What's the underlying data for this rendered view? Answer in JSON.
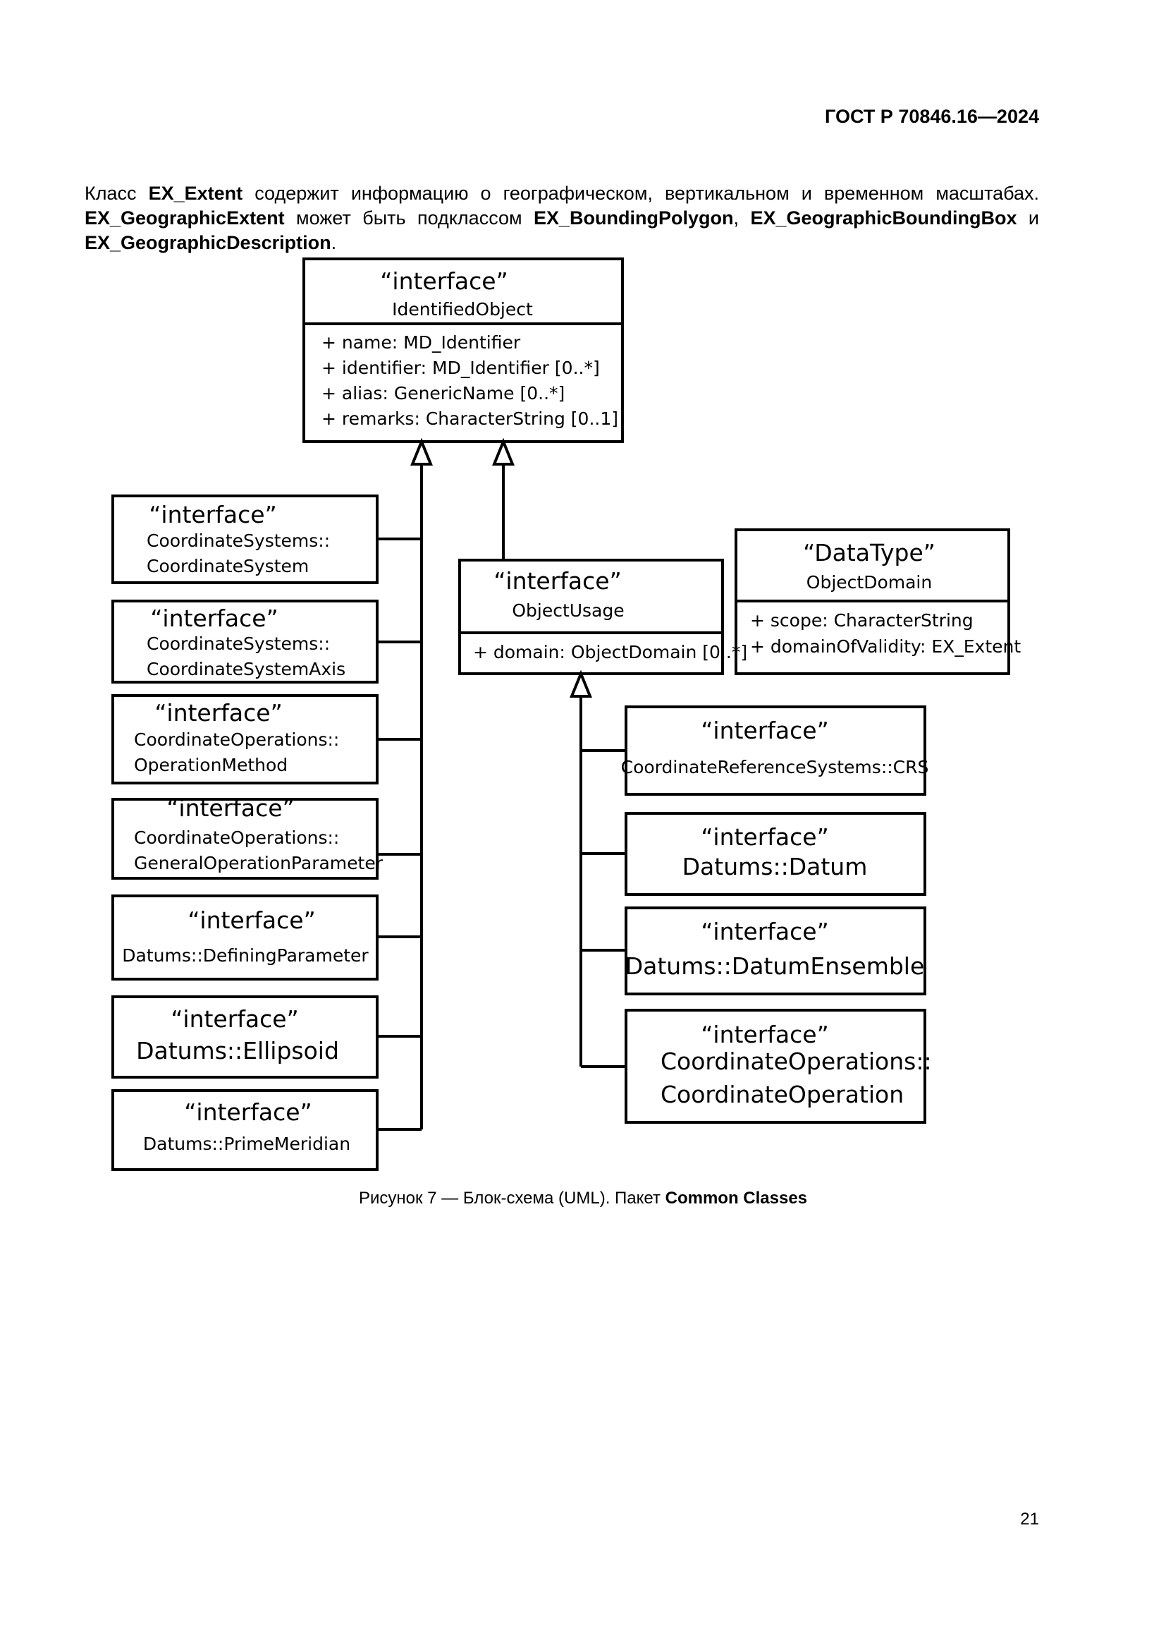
{
  "header": {
    "standard": "ГОСТ Р 70846.16—2024"
  },
  "intro": {
    "t1": "Класс ",
    "b1": "EX_Extent",
    "t2": " содержит информацию о географическом, вертикальном и временном масштабах. ",
    "b2": "EX_GeographicExtent",
    "t3": " может быть подклассом ",
    "b3": "EX_BoundingPolygon",
    "t4": ", ",
    "b4": "EX_GeographicBoundingBox",
    "t5": " и ",
    "b5": "EX_GeographicDescription",
    "t6": "."
  },
  "diagram": {
    "identified_object": {
      "stereotype": "“interface”",
      "name": "IdentifiedObject",
      "attributes": [
        "+ name: MD_Identifier",
        "+ identifier: MD_Identifier [0..*]",
        "+ alias: GenericName [0..*]",
        "+ remarks: CharacterString [0..1]"
      ]
    },
    "left_classes": [
      {
        "stereotype": "“interface”",
        "lines": [
          "CoordinateSystems::",
          "CoordinateSystem"
        ]
      },
      {
        "stereotype": "“interface”",
        "lines": [
          "CoordinateSystems::",
          "CoordinateSystemAxis"
        ]
      },
      {
        "stereotype": "“interface”",
        "lines": [
          "CoordinateOperations::",
          "OperationMethod"
        ]
      },
      {
        "stereotype": "“interface”",
        "lines": [
          "CoordinateOperations::",
          "GeneralOperationParameter"
        ]
      },
      {
        "stereotype": "“interface”",
        "lines": [
          "Datums::DefiningParameter"
        ]
      },
      {
        "stereotype": "“interface”",
        "lines": [
          "Datums::Ellipsoid"
        ]
      },
      {
        "stereotype": "“interface”",
        "lines": [
          "Datums::PrimeMeridian"
        ]
      }
    ],
    "object_usage": {
      "stereotype": "“interface”",
      "name": "ObjectUsage",
      "attributes": [
        "+ domain: ObjectDomain [0..*]"
      ]
    },
    "object_domain": {
      "stereotype": "“DataType”",
      "name": "ObjectDomain",
      "attributes": [
        "+ scope: CharacterString",
        "+ domainOfValidity: EX_Extent"
      ]
    },
    "right_classes": [
      {
        "stereotype": "“interface”",
        "lines": [
          "CoordinateReferenceSystems::CRS"
        ]
      },
      {
        "stereotype": "“interface”",
        "lines": [
          "Datums::Datum"
        ]
      },
      {
        "stereotype": "“interface”",
        "lines": [
          "Datums::DatumEnsemble"
        ]
      },
      {
        "stereotype": "“interface”",
        "lines": [
          "CoordinateOperations::",
          "CoordinateOperation"
        ]
      }
    ]
  },
  "caption": {
    "prefix": "Рисунок 7 — Блок-схема (UML). Пакет ",
    "bold": "Common Classes"
  },
  "page_number": "21"
}
